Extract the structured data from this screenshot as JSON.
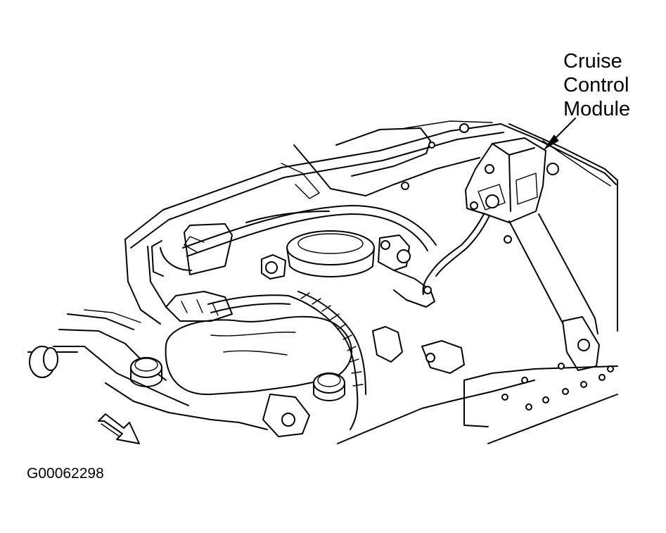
{
  "labels": {
    "callout_line1": "Cruise",
    "callout_line2": "Control",
    "callout_line3": "Module"
  },
  "figure_id": "G00062298",
  "icons": {
    "direction_arrow": "front-direction-arrow-icon",
    "leader_arrow": "callout-leader-arrow-icon"
  }
}
